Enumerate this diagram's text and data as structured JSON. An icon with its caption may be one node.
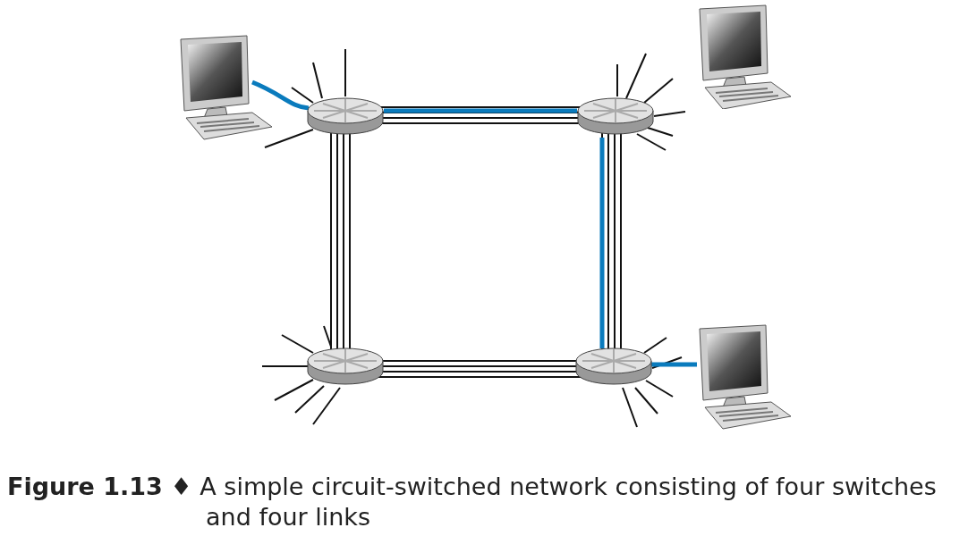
{
  "diagram": {
    "caption": "**Figure 1.13** ♦ A simple circuit-switched network consisting of four switches and four links",
    "nodes": [
      {
        "text": [],
        "shape": "picture"
      },
      {
        "text": [],
        "shape": "picture"
      },
      {
        "text": [],
        "shape": "picture"
      },
      {
        "text": [],
        "shape": "picture"
      },
      {
        "text": [],
        "shape": "picture"
      },
      {
        "text": [],
        "shape": "picture"
      },
      {
        "text": [],
        "shape": "picture"
      }
    ],
    "edges": [
      {
        "from": 1,
        "to": 2,
        "arrow": "none"
      },
      {
        "from": 1,
        "to": 4,
        "arrow": "none"
      },
      {
        "from": 2,
        "to": 5,
        "arrow": "none"
      },
      {
        "from": 4,
        "to": 5,
        "arrow": "none"
      },
      {
        "from": 0,
        "to": 1,
        "arrow": "none",
        "style": "thick",
        "color": "#0a7bbd"
      },
      {
        "from": 1,
        "to": 2,
        "arrow": "none",
        "style": "thick",
        "color": "#0a7bbd"
      },
      {
        "from": 2,
        "to": 5,
        "arrow": "none",
        "style": "thick",
        "color": "#0a7bbd"
      },
      {
        "from": 5,
        "to": 6,
        "arrow": "none",
        "style": "thick",
        "color": "#0a7bbd"
      }
    ]
  }
}
